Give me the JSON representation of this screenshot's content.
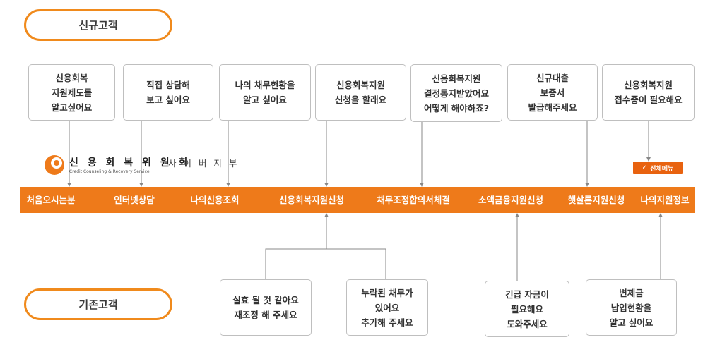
{
  "new_customer_label": "신규고객",
  "existing_customer_label": "기존고객",
  "top_boxes": [
    {
      "text": "신용회복\n지원제도를\n알고싶어요"
    },
    {
      "text": "직접 상담해\n보고 싶어요"
    },
    {
      "text": "나의 채무현황을\n알고 싶어요"
    },
    {
      "text": "신용회복지원\n신청을 할래요"
    },
    {
      "text": "신용회복지원\n결정통지받았어요\n어떻게 해야하죠?"
    },
    {
      "text": "신규대출\n보증서\n발급해주세요"
    },
    {
      "text": "신용회복지원\n접수증이 필요해요"
    }
  ],
  "bottom_boxes": [
    {
      "text": "실효 될 것 같아요\n재조정 해 주세요"
    },
    {
      "text": "누락된 채무가\n있어요\n추가해 주세요"
    },
    {
      "text": "긴급 자금이\n필요해요\n도와주세요"
    },
    {
      "text": "변제금\n납입현황을\n알고 싶어요"
    }
  ],
  "logo": {
    "name": "신 용 회 복 위 원 회",
    "sub": "사 이 버 지 부",
    "english": "Credit Counseling & Recovery Service"
  },
  "all_menu_label": "전체메뉴",
  "nav_items": [
    "처음오시는분",
    "인터넷상담",
    "나의신용조회",
    "신용회복지원신청",
    "채무조정합의서체결",
    "소액금융지원신청",
    "햇살론지원신청",
    "나의지원정보"
  ],
  "colors": {
    "accent": "#ee7a1a",
    "pill_border": "#f08a1c",
    "box_border": "#bfbfbf",
    "connector": "#888888"
  }
}
